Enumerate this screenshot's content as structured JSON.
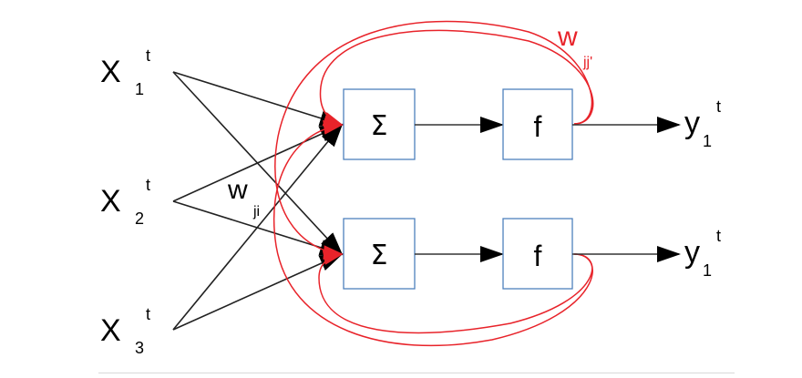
{
  "diagram": {
    "type": "recurrent-neural-network",
    "inputs": [
      {
        "base": "X",
        "sub": "1",
        "sup": "t"
      },
      {
        "base": "X",
        "sub": "2",
        "sup": "t"
      },
      {
        "base": "X",
        "sub": "3",
        "sup": "t"
      }
    ],
    "neurons": [
      {
        "sum_symbol": "Σ",
        "activation_symbol": "f"
      },
      {
        "sum_symbol": "Σ",
        "activation_symbol": "f"
      }
    ],
    "outputs": [
      {
        "base": "y",
        "sub": "1",
        "sup": "t"
      },
      {
        "base": "y",
        "sub": "1",
        "sup": "t"
      }
    ],
    "input_weight_label": {
      "base": "w",
      "sub": "ji"
    },
    "recurrent_weight_label": {
      "base": "w",
      "sub": "jj'"
    },
    "colors": {
      "feedforward": "#000000",
      "recurrent": "#e8232a",
      "box_border": "#4f81bd"
    }
  }
}
